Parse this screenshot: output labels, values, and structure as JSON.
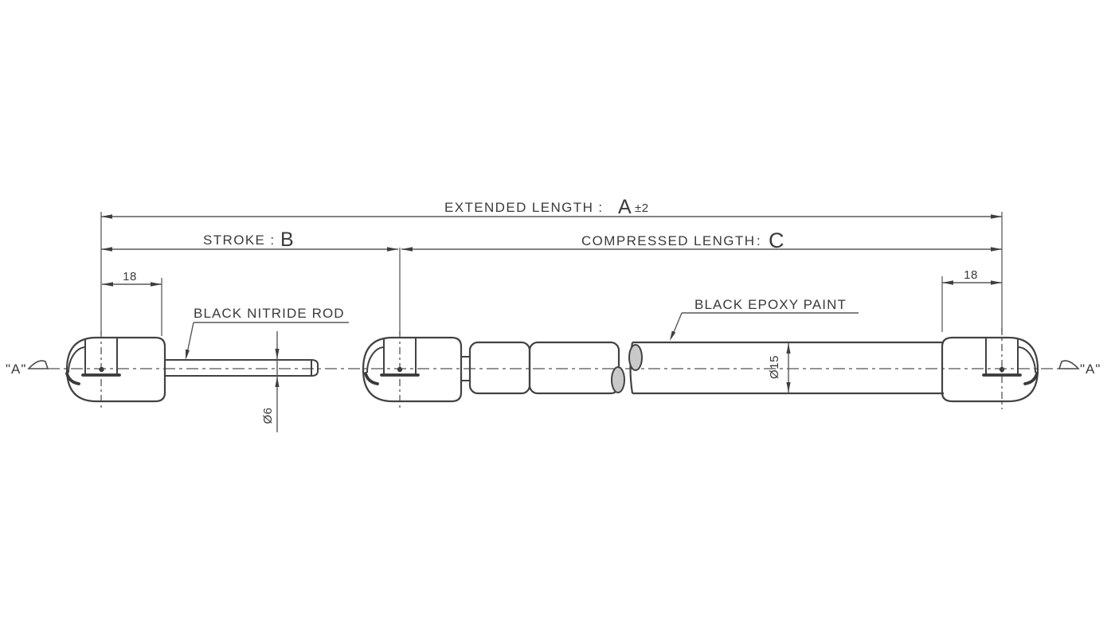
{
  "drawing": {
    "title_hint": "gas-spring-technical-drawing",
    "dimensions": {
      "extended": {
        "label": "EXTENDED LENGTH :",
        "value": "A",
        "tolerance": "±2"
      },
      "stroke": {
        "label": "STROKE :",
        "value": "B"
      },
      "compressed": {
        "label": "COMPRESSED LENGTH",
        "separator": ":",
        "value": "C"
      },
      "end_offset_left": "18",
      "end_offset_right": "18",
      "rod_diameter": "Ø6",
      "tube_diameter": "Ø15"
    },
    "annotations": {
      "rod_note": "BLACK NITRIDE ROD",
      "tube_note": "BLACK EPOXY PAINT",
      "section_marker_left": "\"A\"",
      "section_marker_right": "\"A\""
    },
    "colors": {
      "line": "#424242",
      "dimension_line": "#585858",
      "text": "#3a3a3a",
      "background": "#ffffff"
    }
  }
}
